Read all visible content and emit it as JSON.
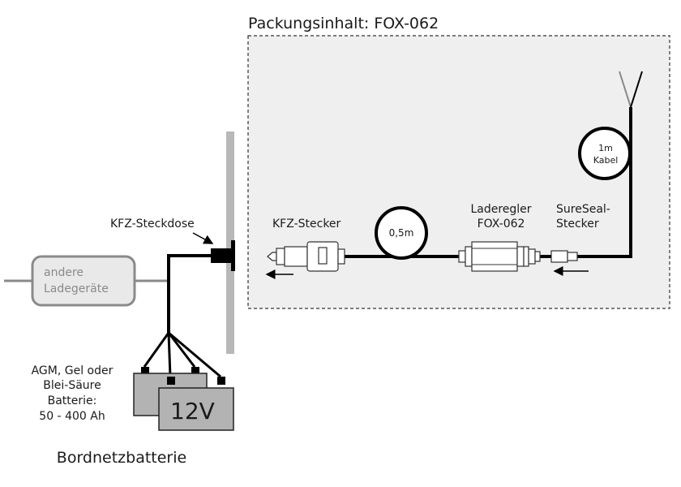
{
  "package": {
    "title": "Packungsinhalt: FOX-062"
  },
  "labels": {
    "socket": "KFZ-Steckdose",
    "plug": "KFZ-Stecker",
    "regulator_line1": "Laderegler",
    "regulator_line2": "FOX-062",
    "sureseal_line1": "SureSeal-",
    "sureseal_line2": "Stecker",
    "coil_short": "0,5m",
    "coil_long_line1": "1m",
    "coil_long_line2": "Kabel",
    "other_chargers_line1": "andere",
    "other_chargers_line2": "Ladegeräte",
    "battery_desc_line1": "AGM, Gel oder",
    "battery_desc_line2": "Blei-Säure",
    "battery_desc_line3": "Batterie:",
    "battery_desc_line4": "50 - 400 Ah",
    "battery_voltage": "12V",
    "onboard_battery": "Bordnetzbatterie"
  },
  "colors": {
    "package_bg": "#efefef",
    "wall": "#b8b8b8",
    "battery_fill": "#b3b3b3",
    "wire": "#000000"
  }
}
